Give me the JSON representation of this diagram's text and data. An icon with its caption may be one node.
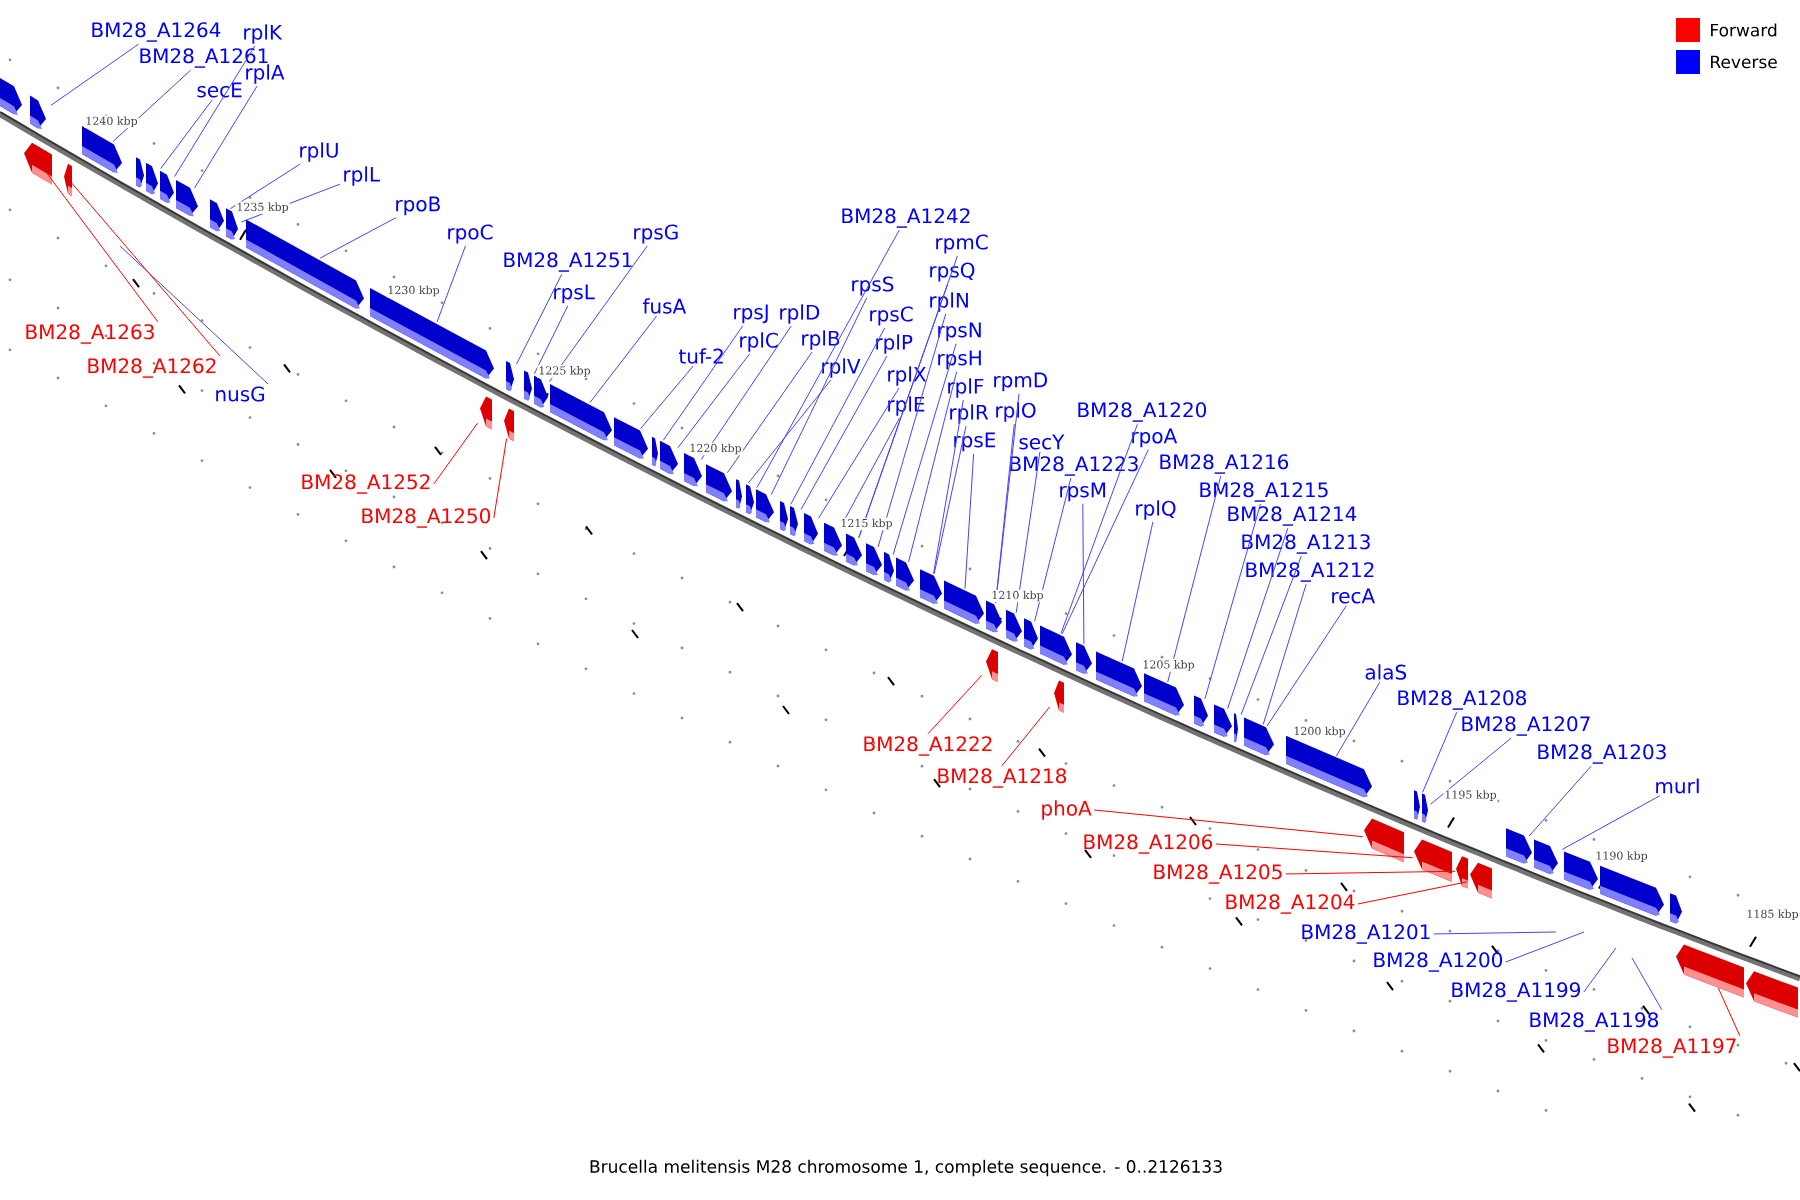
{
  "diagram": {
    "caption": "Brucella melitensis M28 chromosome 1, complete sequence. - 0..2126133",
    "nodes": [
      {
        "text": [
          "BM28_A1264"
        ]
      },
      {
        "text": [
          "BM28_A1261"
        ]
      },
      {
        "text": [
          "rplK"
        ]
      },
      {
        "text": [
          "rplA"
        ]
      },
      {
        "text": [
          "secE"
        ]
      },
      {
        "text": [
          "rplU"
        ]
      },
      {
        "text": [
          "rplL"
        ]
      },
      {
        "text": [
          "rpoB"
        ]
      },
      {
        "text": [
          "rpoC"
        ]
      },
      {
        "text": [
          "BM28_A1251"
        ]
      },
      {
        "text": [
          "rpsL"
        ]
      },
      {
        "text": [
          "rpsG"
        ]
      },
      {
        "text": [
          "fusA"
        ]
      },
      {
        "text": [
          "tuf-2"
        ]
      },
      {
        "text": [
          "rpsJ"
        ]
      },
      {
        "text": [
          "rplC"
        ]
      },
      {
        "text": [
          "rplD"
        ]
      },
      {
        "text": [
          "rplB"
        ]
      },
      {
        "text": [
          "rplV"
        ]
      },
      {
        "text": [
          "BM28_A1242"
        ]
      },
      {
        "text": [
          "rpsS"
        ]
      },
      {
        "text": [
          "rpsC"
        ]
      },
      {
        "text": [
          "rplP"
        ]
      },
      {
        "text": [
          "rplX"
        ]
      },
      {
        "text": [
          "rplE"
        ]
      },
      {
        "text": [
          "rpmC"
        ]
      },
      {
        "text": [
          "rpsQ"
        ]
      },
      {
        "text": [
          "rplN"
        ]
      },
      {
        "text": [
          "rpsN"
        ]
      },
      {
        "text": [
          "rpsH"
        ]
      },
      {
        "text": [
          "rplF"
        ]
      },
      {
        "text": [
          "rplR"
        ]
      },
      {
        "text": [
          "rpsE"
        ]
      },
      {
        "text": [
          "rpmD"
        ]
      },
      {
        "text": [
          "rplO"
        ]
      },
      {
        "text": [
          "secY"
        ]
      },
      {
        "text": [
          "BM28_A1223"
        ]
      },
      {
        "text": [
          "BM28_A1220"
        ]
      },
      {
        "text": [
          "rpoA"
        ]
      },
      {
        "text": [
          "rpsM"
        ]
      },
      {
        "text": [
          "BM28_A1216"
        ]
      },
      {
        "text": [
          "rplQ"
        ]
      },
      {
        "text": [
          "BM28_A1215"
        ]
      },
      {
        "text": [
          "BM28_A1214"
        ]
      },
      {
        "text": [
          "BM28_A1213"
        ]
      },
      {
        "text": [
          "BM28_A1212"
        ]
      },
      {
        "text": [
          "recA"
        ]
      },
      {
        "text": [
          "alaS"
        ]
      },
      {
        "text": [
          "BM28_A1208"
        ]
      },
      {
        "text": [
          "BM28_A1207"
        ]
      },
      {
        "text": [
          "BM28_A1203"
        ]
      },
      {
        "text": [
          "murI"
        ]
      },
      {
        "text": [
          "nusG"
        ]
      },
      {
        "text": [
          "BM28_A1201"
        ]
      },
      {
        "text": [
          "BM28_A1200"
        ]
      },
      {
        "text": [
          "BM28_A1199"
        ]
      },
      {
        "text": [
          "BM28_A1198"
        ]
      },
      {
        "text": [
          "BM28_A1263"
        ]
      },
      {
        "text": [
          "BM28_A1262"
        ]
      },
      {
        "text": [
          "BM28_A1252"
        ]
      },
      {
        "text": [
          "BM28_A1250"
        ]
      },
      {
        "text": [
          "BM28_A1222"
        ]
      },
      {
        "text": [
          "BM28_A1218"
        ]
      },
      {
        "text": [
          "phoA"
        ]
      },
      {
        "text": [
          "BM28_A1206"
        ]
      },
      {
        "text": [
          "BM28_A1205"
        ]
      },
      {
        "text": [
          "BM28_A1204"
        ]
      },
      {
        "text": [
          "BM28_A1197"
        ]
      },
      {
        "text": [],
        "shape": "bar"
      },
      {
        "text": [],
        "shape": "bar"
      },
      {
        "text": [],
        "shape": "bar"
      },
      {
        "text": [],
        "shape": "bar"
      },
      {
        "text": [],
        "shape": "bar"
      },
      {
        "text": [],
        "shape": "bar"
      },
      {
        "text": [],
        "shape": "bar"
      },
      {
        "text": [],
        "shape": "bar"
      },
      {
        "text": [],
        "shape": "bar"
      },
      {
        "text": [],
        "shape": "bar"
      },
      {
        "text": [],
        "shape": "bar"
      },
      {
        "text": [],
        "shape": "bar"
      },
      {
        "text": [],
        "shape": "bar"
      },
      {
        "text": [],
        "shape": "bar"
      },
      {
        "text": [],
        "shape": "bar"
      },
      {
        "text": [],
        "shape": "bar"
      },
      {
        "text": [],
        "shape": "bar"
      },
      {
        "text": [],
        "shape": "bar"
      },
      {
        "text": [],
        "shape": "bar"
      },
      {
        "text": [],
        "shape": "bar"
      },
      {
        "text": [],
        "shape": "bar"
      },
      {
        "text": [],
        "shape": "bar"
      },
      {
        "text": [],
        "shape": "bar"
      },
      {
        "text": [],
        "shape": "bar"
      },
      {
        "text": [],
        "shape": "bar"
      },
      {
        "text": [],
        "shape": "bar"
      },
      {
        "text": [],
        "shape": "bar"
      },
      {
        "text": [],
        "shape": "bar"
      },
      {
        "text": [],
        "shape": "bar"
      },
      {
        "text": [],
        "shape": "bar"
      },
      {
        "text": [],
        "shape": "bar"
      },
      {
        "text": [],
        "shape": "bar"
      },
      {
        "text": [],
        "shape": "bar"
      },
      {
        "text": [],
        "shape": "bar"
      },
      {
        "text": [],
        "shape": "bar"
      },
      {
        "text": [],
        "shape": "bar"
      },
      {
        "text": [],
        "shape": "bar"
      },
      {
        "text": [],
        "shape": "bar"
      },
      {
        "text": [],
        "shape": "bar"
      },
      {
        "text": [],
        "shape": "bar"
      },
      {
        "text": [],
        "shape": "bar"
      },
      {
        "text": [],
        "shape": "bar"
      },
      {
        "text": [],
        "shape": "bar"
      },
      {
        "text": [],
        "shape": "bar"
      },
      {
        "text": [],
        "shape": "bar"
      },
      {
        "text": [],
        "shape": "bar"
      },
      {
        "text": [],
        "shape": "bar"
      },
      {
        "text": [],
        "shape": "bar"
      },
      {
        "text": [],
        "shape": "bar"
      },
      {
        "text": [],
        "shape": "bar"
      },
      {
        "text": [],
        "shape": "bar"
      },
      {
        "text": [],
        "shape": "bar"
      },
      {
        "text": [],
        "shape": "bar"
      },
      {
        "text": [],
        "shape": "bar"
      },
      {
        "text": [],
        "shape": "bar"
      },
      {
        "text": [],
        "shape": "bar"
      },
      {
        "text": [],
        "shape": "bar"
      },
      {
        "text": [],
        "shape": "bar"
      },
      {
        "text": [],
        "shape": "bar"
      },
      {
        "text": [],
        "shape": "bar"
      },
      {
        "text": [],
        "shape": "bar"
      },
      {
        "text": [],
        "shape": "bar"
      },
      {
        "text": [],
        "shape": "bar"
      },
      {
        "text": [],
        "shape": "bar"
      }
    ],
    "edges": [
      {
        "from": 0,
        "to": 69,
        "arrow": "none"
      },
      {
        "from": 1,
        "to": 70,
        "arrow": "none"
      },
      {
        "from": 2,
        "to": 73,
        "arrow": "none"
      },
      {
        "from": 3,
        "to": 74,
        "arrow": "none"
      },
      {
        "from": 4,
        "to": 72,
        "arrow": "none"
      },
      {
        "from": 5,
        "to": 75,
        "arrow": "none"
      },
      {
        "from": 6,
        "to": 76,
        "arrow": "none"
      },
      {
        "from": 7,
        "to": 77,
        "arrow": "none"
      },
      {
        "from": 8,
        "to": 78,
        "arrow": "none"
      },
      {
        "from": 9,
        "to": 79,
        "arrow": "none"
      },
      {
        "from": 10,
        "to": 80,
        "arrow": "none"
      },
      {
        "from": 11,
        "to": 81,
        "arrow": "none"
      },
      {
        "from": 12,
        "to": 82,
        "arrow": "none"
      },
      {
        "from": 13,
        "to": 83,
        "arrow": "none"
      },
      {
        "from": 14,
        "to": 84,
        "arrow": "none"
      },
      {
        "from": 15,
        "to": 85,
        "arrow": "none"
      },
      {
        "from": 16,
        "to": 86,
        "arrow": "none"
      },
      {
        "from": 17,
        "to": 87,
        "arrow": "none"
      },
      {
        "from": 18,
        "to": 88,
        "arrow": "none"
      },
      {
        "from": 19,
        "to": 89,
        "arrow": "none"
      },
      {
        "from": 20,
        "to": 90,
        "arrow": "none"
      },
      {
        "from": 21,
        "to": 91,
        "arrow": "none"
      },
      {
        "from": 22,
        "to": 92,
        "arrow": "none"
      },
      {
        "from": 23,
        "to": 93,
        "arrow": "none"
      },
      {
        "from": 24,
        "to": 94,
        "arrow": "none"
      },
      {
        "from": 25,
        "to": 95,
        "arrow": "none"
      },
      {
        "from": 26,
        "to": 95,
        "arrow": "none"
      },
      {
        "from": 27,
        "to": 96,
        "arrow": "none"
      },
      {
        "from": 28,
        "to": 97,
        "arrow": "none"
      },
      {
        "from": 29,
        "to": 98,
        "arrow": "none"
      },
      {
        "from": 30,
        "to": 99,
        "arrow": "none"
      },
      {
        "from": 31,
        "to": 99,
        "arrow": "none"
      },
      {
        "from": 32,
        "to": 100,
        "arrow": "none"
      },
      {
        "from": 33,
        "to": 101,
        "arrow": "none"
      },
      {
        "from": 34,
        "to": 101,
        "arrow": "none"
      },
      {
        "from": 35,
        "to": 102,
        "arrow": "none"
      },
      {
        "from": 36,
        "to": 103,
        "arrow": "none"
      },
      {
        "from": 37,
        "to": 104,
        "arrow": "none"
      },
      {
        "from": 38,
        "to": 104,
        "arrow": "none"
      },
      {
        "from": 39,
        "to": 105,
        "arrow": "none"
      },
      {
        "from": 40,
        "to": 107,
        "arrow": "none"
      },
      {
        "from": 41,
        "to": 106,
        "arrow": "none"
      },
      {
        "from": 42,
        "to": 108,
        "arrow": "none"
      },
      {
        "from": 43,
        "to": 109,
        "arrow": "none"
      },
      {
        "from": 44,
        "to": 110,
        "arrow": "none"
      },
      {
        "from": 45,
        "to": 111,
        "arrow": "none"
      },
      {
        "from": 46,
        "to": 111,
        "arrow": "none"
      },
      {
        "from": 47,
        "to": 112,
        "arrow": "none"
      },
      {
        "from": 48,
        "to": 113,
        "arrow": "none"
      },
      {
        "from": 49,
        "to": 114,
        "arrow": "none"
      },
      {
        "from": 50,
        "to": 115,
        "arrow": "none"
      },
      {
        "from": 51,
        "to": 116,
        "arrow": "none"
      },
      {
        "from": 52,
        "to": null,
        "arrow": "none"
      },
      {
        "from": 53,
        "to": null,
        "arrow": "none"
      },
      {
        "from": 54,
        "to": null,
        "arrow": "none"
      },
      {
        "from": 55,
        "to": null,
        "arrow": "none"
      },
      {
        "from": 56,
        "to": null,
        "arrow": "none"
      },
      {
        "from": 57,
        "to": 120,
        "arrow": "none",
        "color": "#ff0000"
      },
      {
        "from": 58,
        "to": 121,
        "arrow": "none",
        "color": "#ff0000"
      },
      {
        "from": 59,
        "to": 122,
        "arrow": "none",
        "color": "#ff0000"
      },
      {
        "from": 60,
        "to": 123,
        "arrow": "none",
        "color": "#ff0000"
      },
      {
        "from": 61,
        "to": 124,
        "arrow": "none",
        "color": "#ff0000"
      },
      {
        "from": 62,
        "to": 125,
        "arrow": "none",
        "color": "#ff0000"
      },
      {
        "from": 63,
        "to": 126,
        "arrow": "none",
        "color": "#ff0000"
      },
      {
        "from": 64,
        "to": 127,
        "arrow": "none",
        "color": "#ff0000"
      },
      {
        "from": 65,
        "to": 128,
        "arrow": "none",
        "color": "#ff0000"
      },
      {
        "from": 66,
        "to": 129,
        "arrow": "none",
        "color": "#ff0000"
      },
      {
        "from": 67,
        "to": 130,
        "arrow": "none",
        "color": "#ff0000"
      }
    ],
    "labels": [
      "1240 kbp",
      "1235 kbp",
      "1230 kbp",
      "1225 kbp",
      "1220 kbp",
      "1215 kbp",
      "1210 kbp",
      "1205 kbp",
      "1200 kbp",
      "1195 kbp",
      "1190 kbp",
      "1185 kbp"
    ],
    "legend": [
      {
        "text": "Forward",
        "color": "#ff0000"
      },
      {
        "text": "Reverse",
        "color": "#0000ff"
      }
    ]
  }
}
